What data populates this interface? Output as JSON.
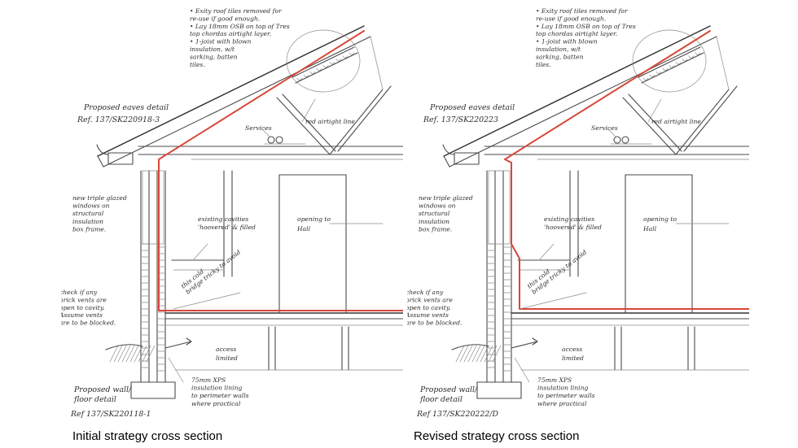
{
  "panels": [
    {
      "caption": "Initial strategy cross section",
      "roof_notes": [
        "• Exity roof tiles removed for",
        "re-use if good enough.",
        "• Lay 18mm OSB on top of Tres",
        "top chordas airtight layer.",
        "• 1-joist with blown",
        "insulation, w/t",
        "sarking, batten",
        "tiles."
      ],
      "eaves_title": "Proposed eaves detail",
      "eaves_ref": "Ref. 137/SK220918-3",
      "airtight_label": "red airtight line",
      "services_label": "Services",
      "window_note": [
        "new triple glazed",
        "windows on",
        "structural",
        "insulation",
        "box frame."
      ],
      "cavities_note": [
        "existing cavities",
        "'hoovered' & filled"
      ],
      "opening_note": [
        "opening to",
        "Hall"
      ],
      "bridge_note": [
        "this cold",
        "bridge tricky to avoid"
      ],
      "vents_marker": "*",
      "vents_note": [
        "check if any",
        "brick vents are",
        "open to cavity.",
        "Assume vents",
        "are to be blocked."
      ],
      "access_note": [
        "access",
        "limited"
      ],
      "xps_note": [
        "75mm XPS",
        "insulation lining",
        "to perimeter walls",
        "where practical"
      ],
      "wall_title": [
        "Proposed wall/",
        "floor detail"
      ],
      "wall_ref": "Ref 137/SK220118-1"
    },
    {
      "caption": "Revised strategy cross section",
      "roof_notes": [
        "• Exity roof tiles removed for",
        "re-use if good enough.",
        "• Lay 18mm OSB on top of Tres",
        "top chordas airtight layer.",
        "• 1-joist with blown",
        "insulation, w/t",
        "sarking, batten",
        "tiles."
      ],
      "eaves_title": "Proposed eaves detail",
      "eaves_ref": "Ref. 137/SK220223",
      "airtight_label": "red airtight line",
      "services_label": "Services",
      "window_note": [
        "new triple glazed",
        "windows on",
        "structural",
        "insulation",
        "box frame."
      ],
      "cavities_note": [
        "existing cavities",
        "'hoovered' & filled"
      ],
      "opening_note": [
        "opening to",
        "Hall"
      ],
      "bridge_note": [
        "this cold",
        "bridge tricky to avoid"
      ],
      "vents_marker": "*",
      "vents_note": [
        "check if any",
        "brick vents are",
        "open to cavity.",
        "Assume vents",
        "are to be blocked."
      ],
      "access_note": [
        "access",
        "limited"
      ],
      "xps_note": [
        "75mm XPS",
        "insulation lining",
        "to perimeter walls",
        "where practical"
      ],
      "wall_title": [
        "Proposed wall/",
        "floor detail"
      ],
      "wall_ref": "Ref 137/SK220222/D"
    }
  ],
  "colors": {
    "airtight_line": "#d9463a",
    "pencil": "#4a4a4a"
  }
}
